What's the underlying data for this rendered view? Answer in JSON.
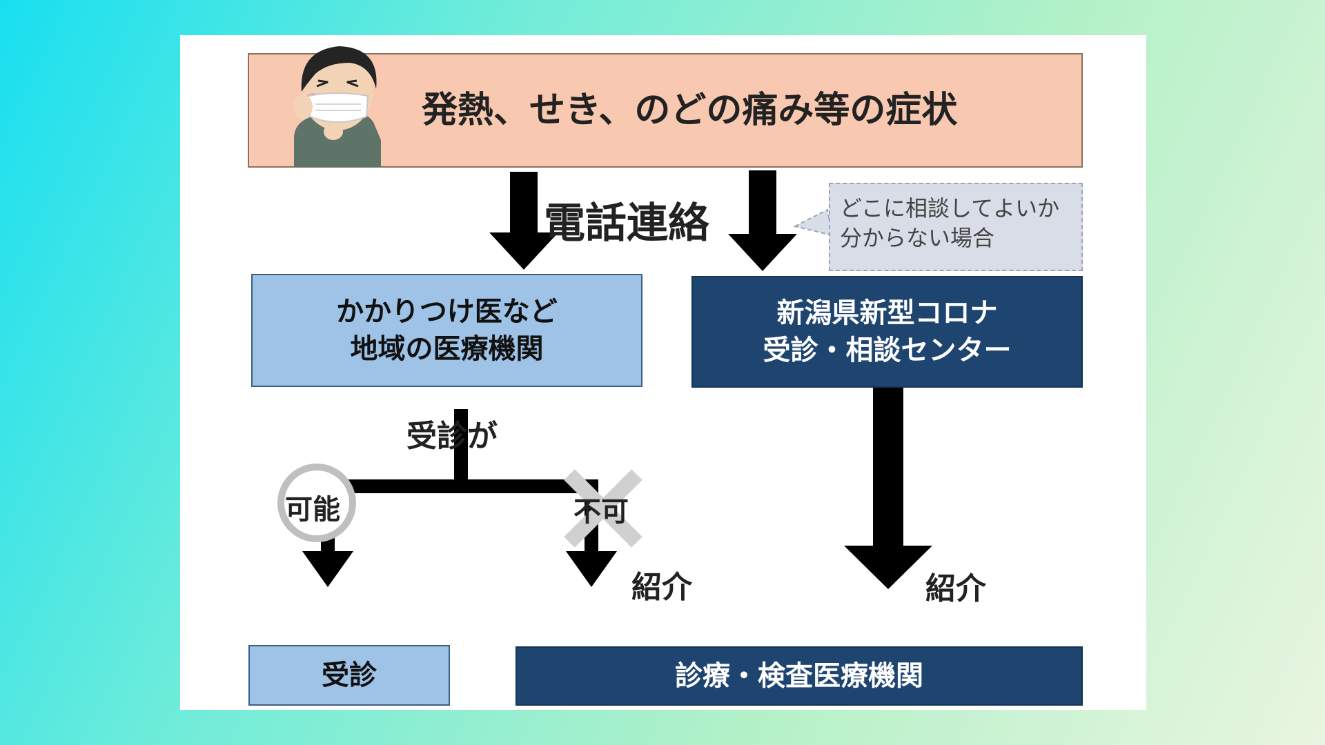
{
  "top": {
    "symptoms": "発熱、せき、のどの痛み等の症状"
  },
  "labels": {
    "phone_contact": "電話連絡",
    "consultation_possible_prompt": "受診が",
    "possible": "可能",
    "not_possible": "不可",
    "referral_left": "紹介",
    "referral_right": "紹介"
  },
  "callout": {
    "line1": "どこに相談してよいか",
    "line2": "分からない場合"
  },
  "boxes": {
    "family_doctor_line1": "かかりつけ医など",
    "family_doctor_line2": "地域の医療機関",
    "center_line1": "新潟県新型コロナ",
    "center_line2": "受診・相談センター",
    "consult": "受診",
    "testing": "診療・検査医療機関"
  },
  "colors": {
    "top_fill": "#f8c9b0",
    "light_blue": "#9fc3e7",
    "dark_blue": "#1e4470",
    "callout_fill": "#d8dde7"
  }
}
